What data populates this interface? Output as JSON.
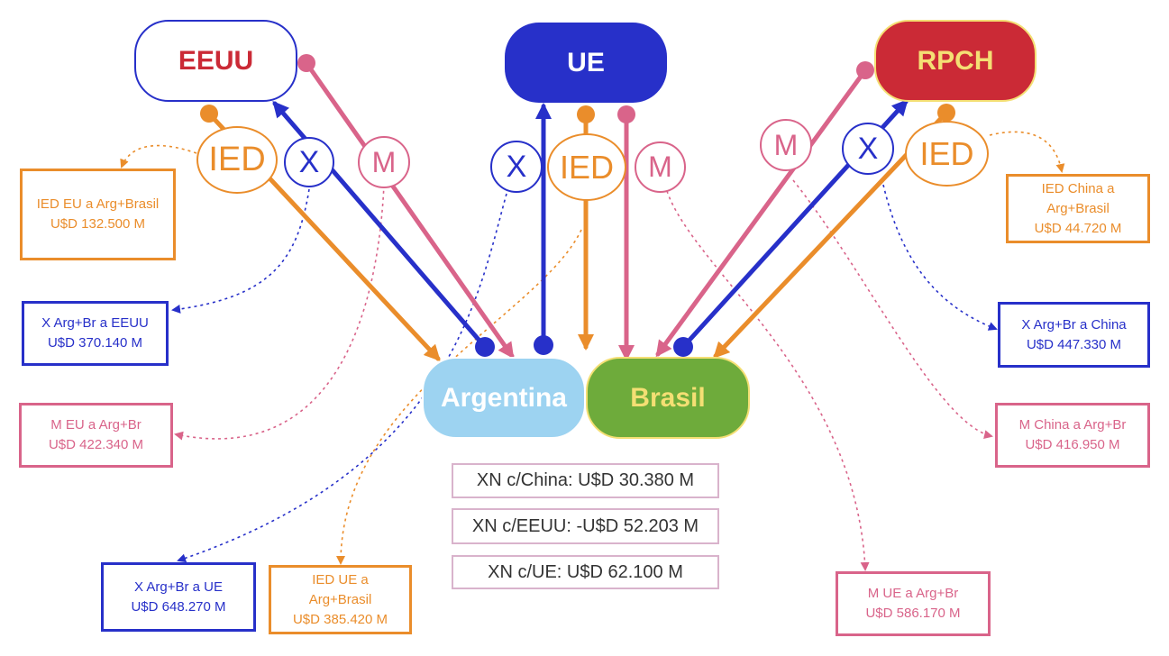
{
  "colors": {
    "blue": "#2730c9",
    "orange": "#ea8d2b",
    "pink": "#d9648a",
    "red": "#cb2a36",
    "gold": "#f4df74",
    "light_blue": "#9dd3f1",
    "green": "#6eab3b"
  },
  "nodes": {
    "eeuu": "EEUU",
    "ue": "UE",
    "rpch": "RPCH",
    "argentina": "Argentina",
    "brasil": "Brasil"
  },
  "badges": {
    "ied": "IED",
    "x": "X",
    "m": "M"
  },
  "boxes": {
    "ied_eu": [
      "IED EU  a Arg+Brasil",
      "U$D 132.500 M"
    ],
    "x_eeuu": [
      "X Arg+Br a EEUU",
      "U$D 370.140 M"
    ],
    "m_eu": [
      "M EU a Arg+Br",
      "U$D 422.340 M"
    ],
    "x_ue": [
      "X Arg+Br a UE",
      "U$D 648.270 M"
    ],
    "ied_ue": [
      "IED UE  a",
      "Arg+Brasil",
      "U$D 385.420 M"
    ],
    "ied_china": [
      "IED China  a",
      "Arg+Brasil",
      "U$D 44.720 M"
    ],
    "x_china": [
      "X Arg+Br a China",
      "U$D 447.330 M"
    ],
    "m_china": [
      "M China a Arg+Br",
      "U$D 416.950 M"
    ],
    "m_ue": [
      "M UE a Arg+Br",
      "U$D 586.170 M"
    ]
  },
  "balances": [
    "XN c/China:  U$D 30.380 M",
    "XN c/EEUU: -U$D 52.203 M",
    "XN c/UE: U$D 62.100 M"
  ]
}
